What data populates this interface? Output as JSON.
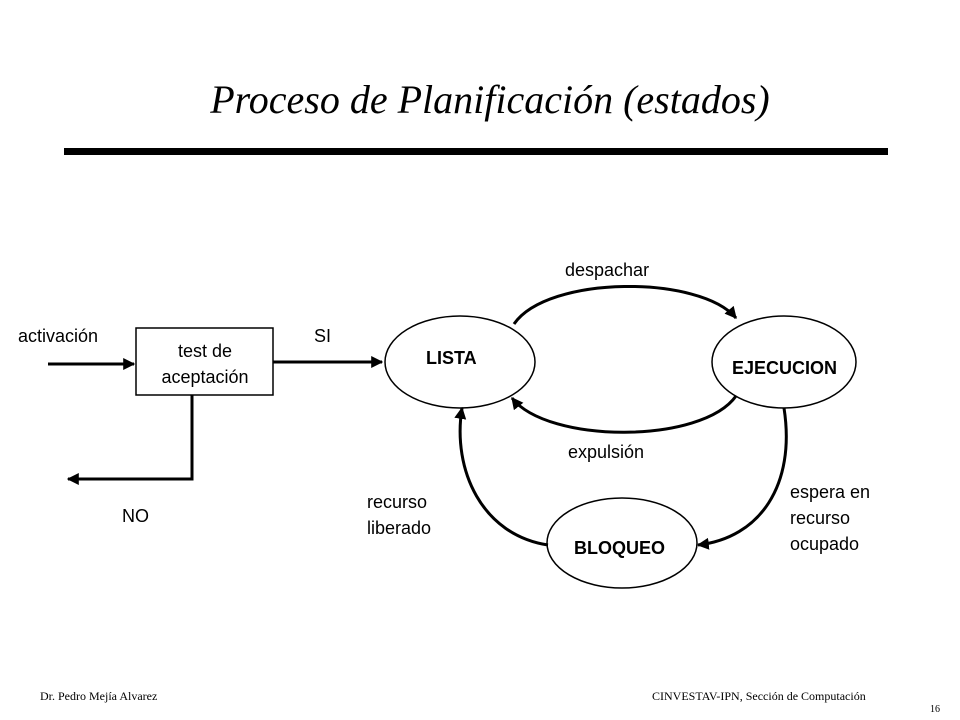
{
  "slide": {
    "title": "Proceso de Planificación (estados)",
    "footer_left": "Dr. Pedro Mejía Alvarez",
    "footer_right": "CINVESTAV-IPN,  Sección de Computación",
    "page_number": "16"
  },
  "diagram": {
    "input_label": "activación",
    "test_box_label": "test de\naceptación",
    "yes_label": "SI",
    "no_label": "NO",
    "states": {
      "ready": "LISTA",
      "running": "EJECUCION",
      "blocked": "BLOQUEO"
    },
    "transitions": {
      "dispatch": "despachar",
      "preempt": "expulsión",
      "wait": "espera en\nrecurso\nocupado",
      "release": "recurso\nliberado"
    }
  }
}
